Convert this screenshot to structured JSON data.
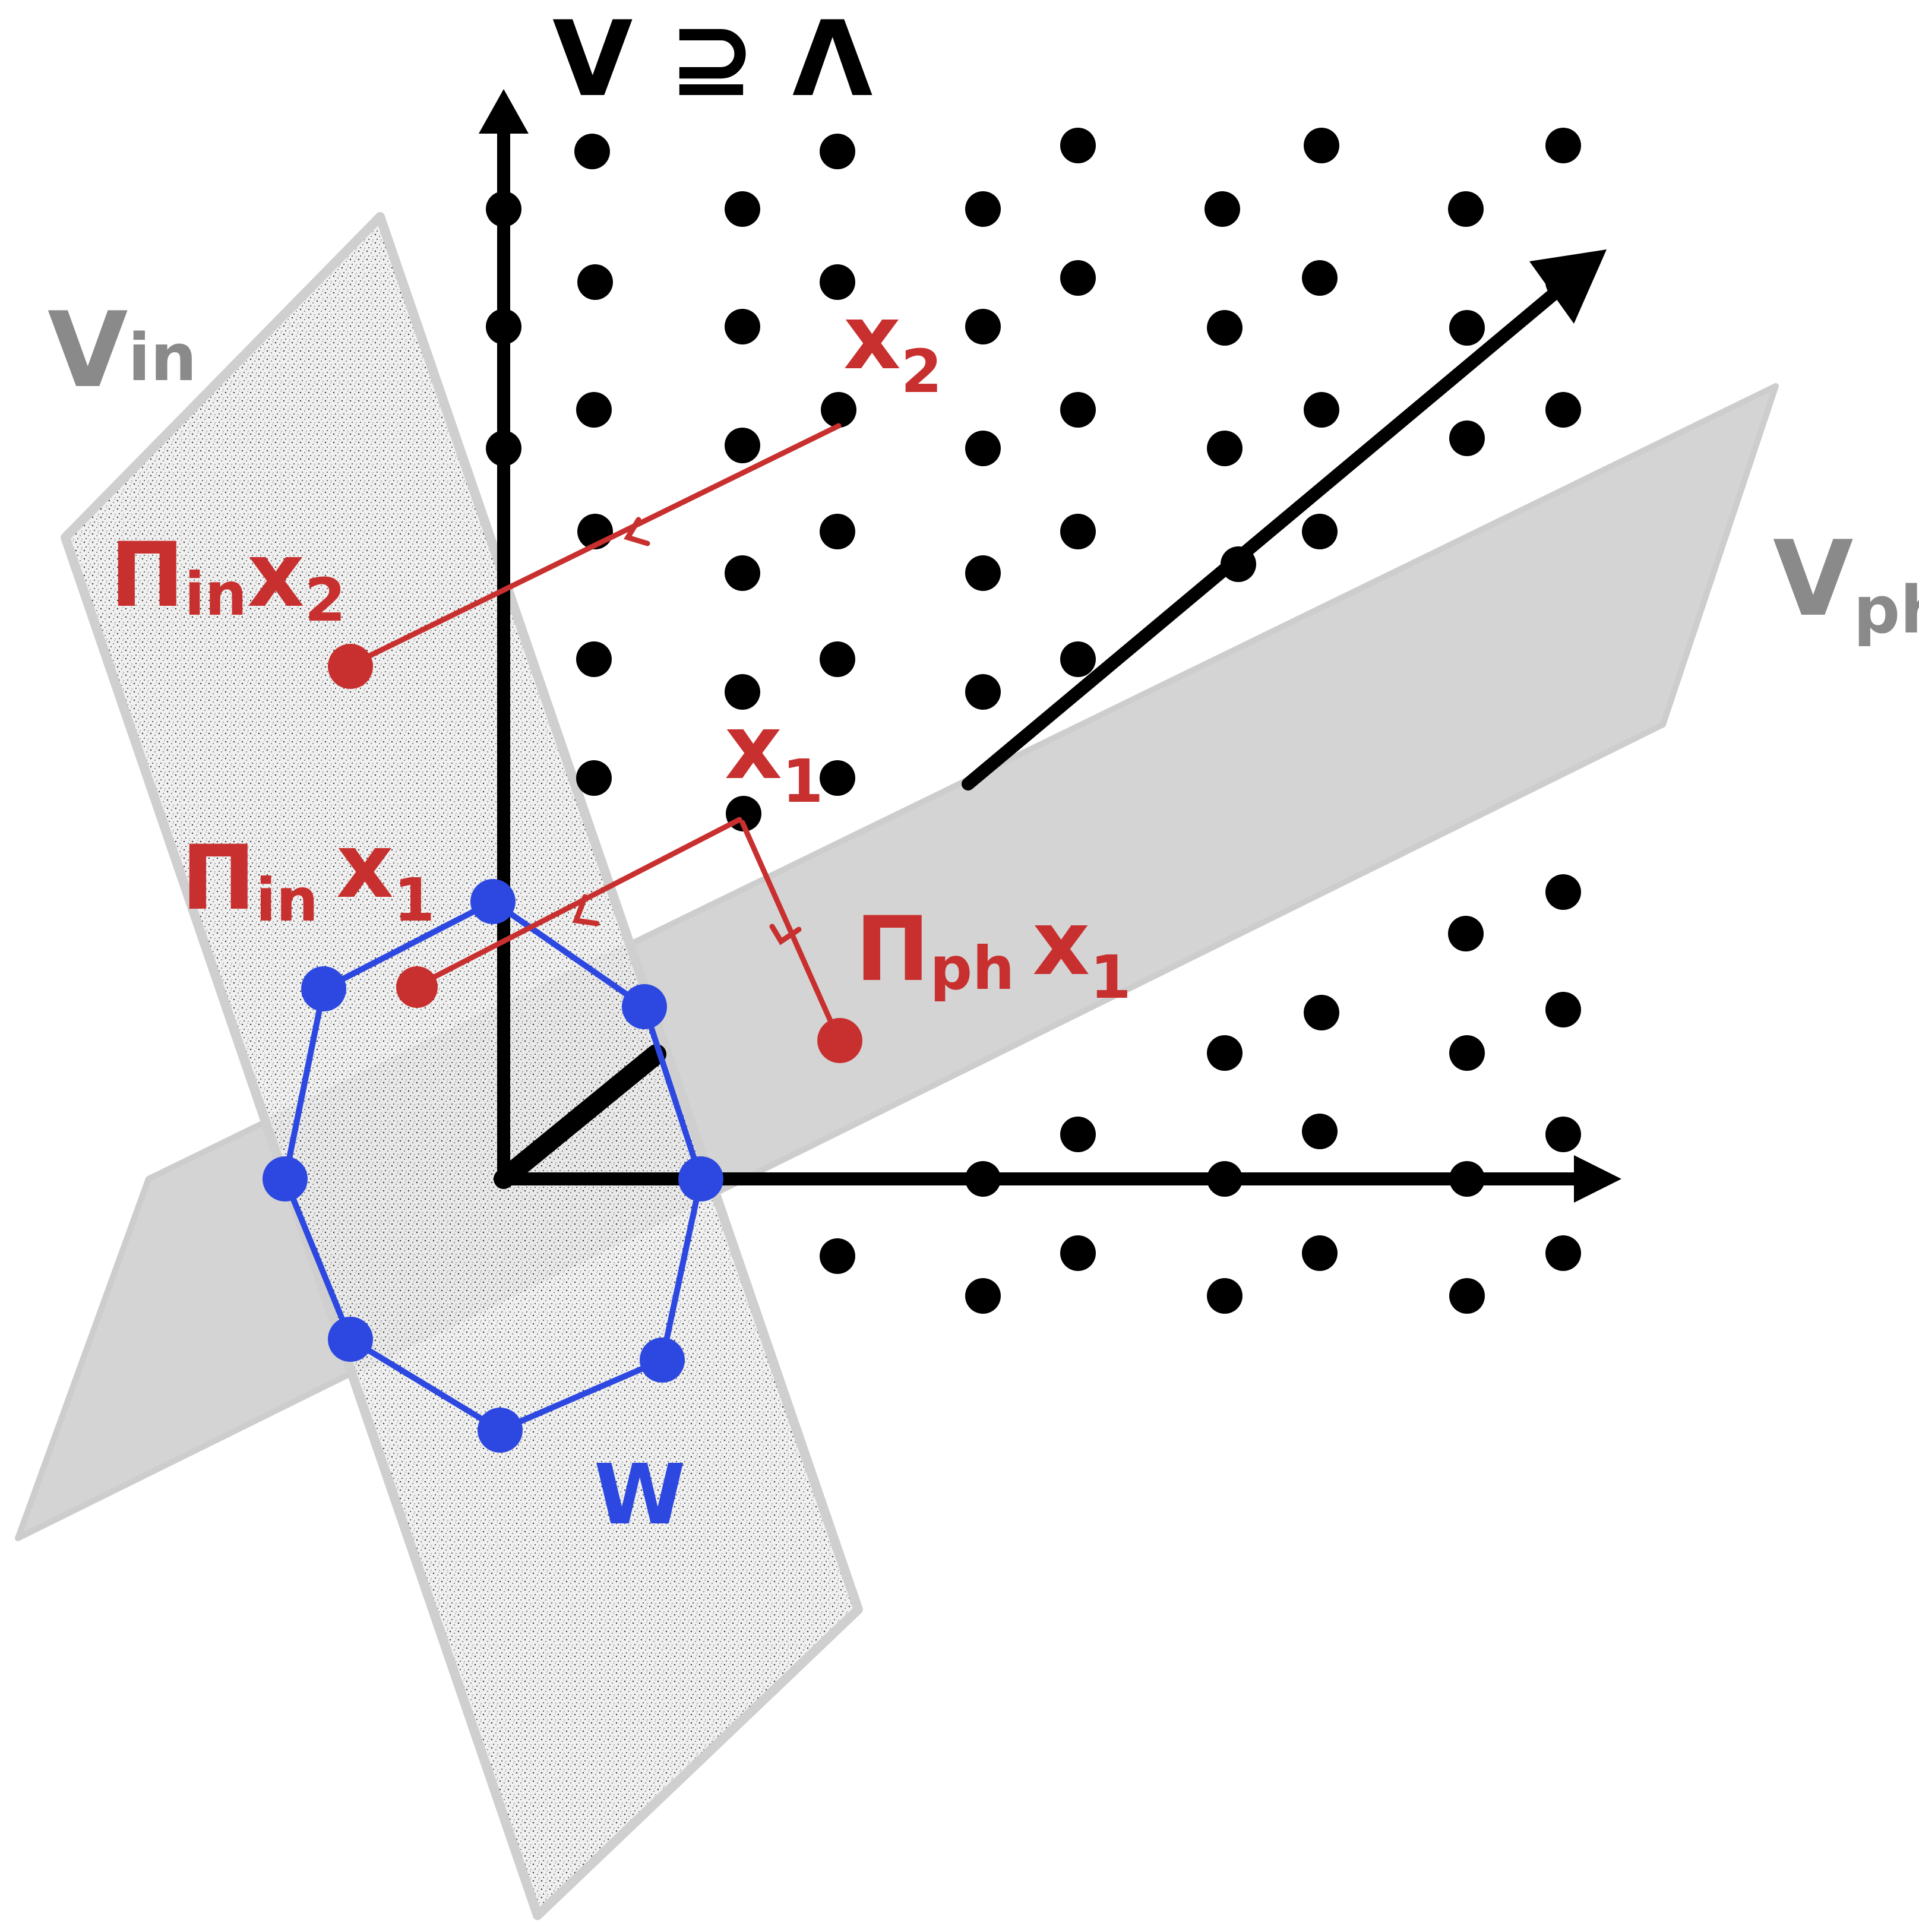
{
  "labels": {
    "space": "V ⊇ Λ",
    "internal_plane": "V",
    "internal_plane_sub": "in",
    "physical_plane": "V",
    "physical_plane_sub": "ph",
    "point_x2": "x",
    "point_x2_sub": "2",
    "point_x1": "x",
    "point_x1_sub": "1",
    "proj_in_x2": "Π",
    "proj_in_x2_sub": "in",
    "proj_in_x2_arg": "x",
    "proj_in_x2_arg_sub": "2",
    "proj_in_x1": "Π",
    "proj_in_x1_sub": "in",
    "proj_in_x1_arg": "x",
    "proj_in_x1_arg_sub": "1",
    "proj_ph_x1": "Π",
    "proj_ph_x1_sub": "ph",
    "proj_ph_x1_arg": "x",
    "proj_ph_x1_arg_sub": "1",
    "window": "W"
  },
  "colors": {
    "ink": "#000000",
    "projection": "#c8302f",
    "window": "#2d48e0",
    "plane_fill": "#d4d4d4",
    "plane_border": "#d0d0d0",
    "label_gray": "#8a8a8a"
  }
}
